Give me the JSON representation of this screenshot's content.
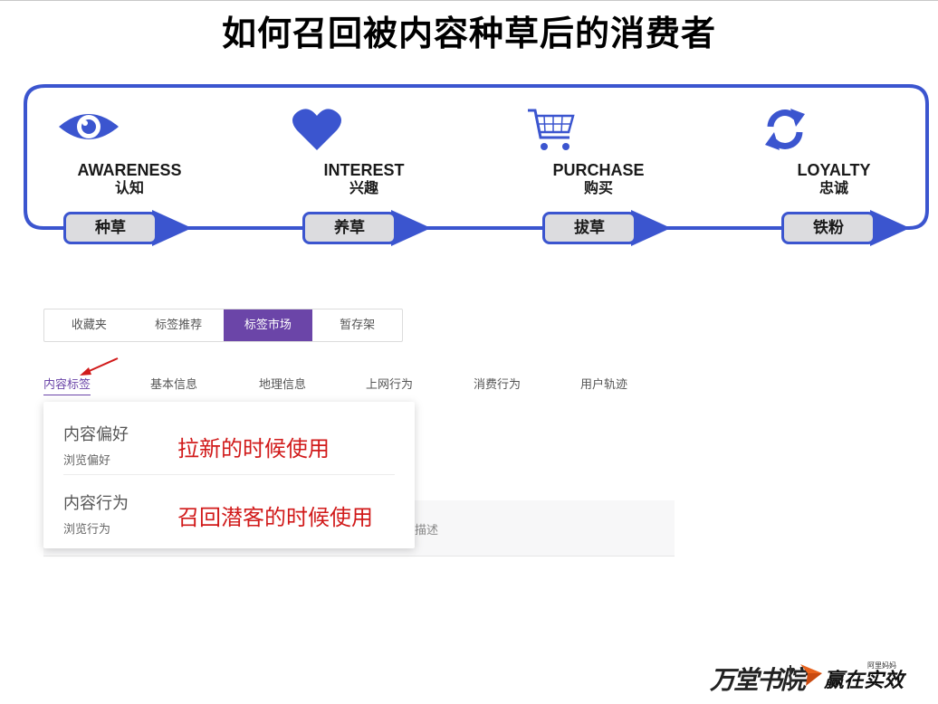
{
  "slide_title": "如何召回被内容种草后的消费者",
  "journey": {
    "stages": [
      {
        "en": "AWARENESS",
        "cn": "认知",
        "icon": "eye-icon"
      },
      {
        "en": "INTEREST",
        "cn": "兴趣",
        "icon": "heart-icon"
      },
      {
        "en": "PURCHASE",
        "cn": "购买",
        "icon": "cart-icon"
      },
      {
        "en": "LOYALTY",
        "cn": "忠诚",
        "icon": "refresh-icon"
      }
    ],
    "phases": [
      "种草",
      "养草",
      "拔草",
      "铁粉"
    ],
    "accent_color": "#3b55cf"
  },
  "tabs": [
    "收藏夹",
    "标签推荐",
    "标签市场",
    "暂存架"
  ],
  "active_tab": "标签市场",
  "tab_active_color": "#6b45a8",
  "subnav": [
    "内容标签",
    "基本信息",
    "地理信息",
    "上网行为",
    "消费行为",
    "用户轨迹"
  ],
  "active_subnav": "内容标签",
  "dropdown": [
    {
      "title": "内容偏好",
      "subtitle": "浏览偏好",
      "note": "拉新的时候使用"
    },
    {
      "title": "内容行为",
      "subtitle": "浏览行为",
      "note": "召回潜客的时候使用"
    }
  ],
  "background_row_text": "描述",
  "annotation_color": "#d11a1a",
  "footer": {
    "logo_left": "万堂书院",
    "logo_right": "赢在实效",
    "logo_right_small": "阿里妈妈"
  }
}
